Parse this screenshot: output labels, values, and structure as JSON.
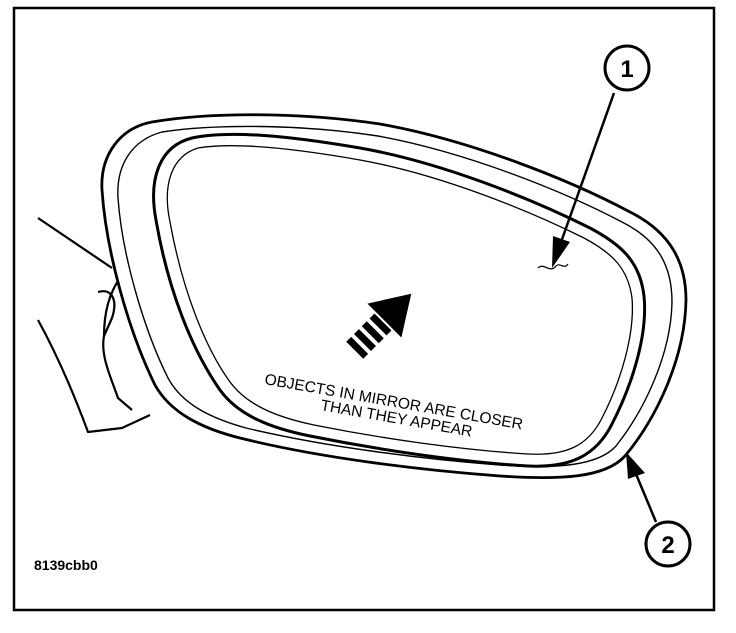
{
  "figure": {
    "warning_line1": "OBJECTS IN MIRROR ARE CLOSER",
    "warning_line2": "THAN THEY APPEAR",
    "callout_1": "1",
    "callout_2": "2",
    "figure_id": "8139cbb0"
  }
}
